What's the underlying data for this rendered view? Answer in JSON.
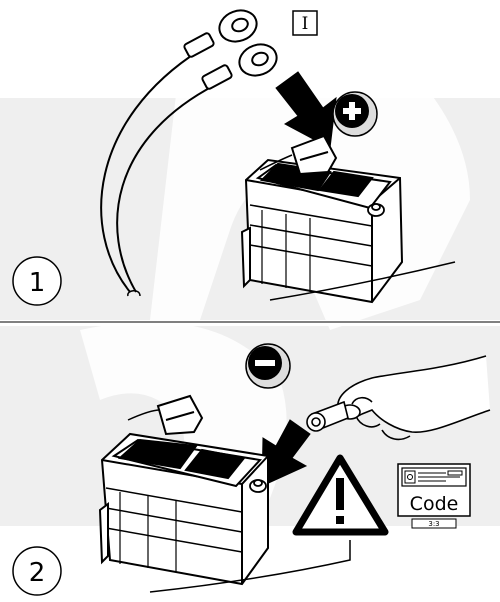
{
  "steps": [
    {
      "number": "1",
      "terminal_tag": "I",
      "polarity_symbol": "plus"
    },
    {
      "number": "2",
      "polarity_symbol": "minus",
      "warning_symbol": "!"
    }
  ],
  "code_badge": {
    "label": "Code",
    "sub_label": "3:3"
  },
  "colors": {
    "ink": "#000000",
    "watermark": "#efefef",
    "paper": "#ffffff"
  }
}
